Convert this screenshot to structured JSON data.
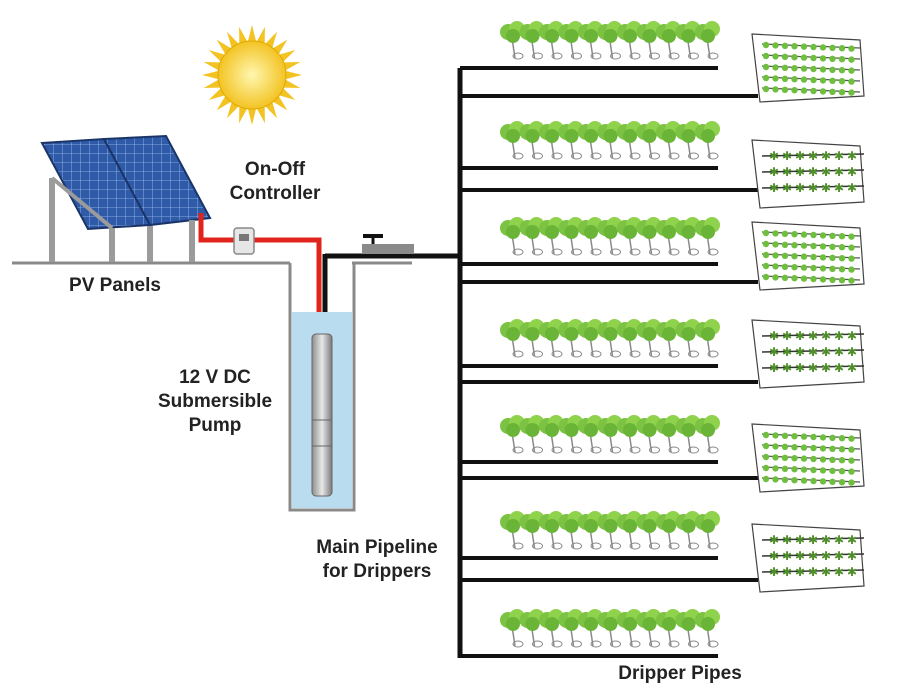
{
  "labels": {
    "controller": [
      "On-Off",
      "Controller"
    ],
    "pv_panels": "PV Panels",
    "pump": [
      "12 V DC",
      "Submersible",
      "Pump"
    ],
    "pipeline": [
      "Main Pipeline",
      "for Drippers"
    ],
    "dripper_pipes": "Dripper Pipes"
  },
  "colors": {
    "sun": "#f6d24a",
    "panel": "#2e5aa8",
    "wire": "#e0231b",
    "water": "#b9dcef",
    "pipe": "#111111",
    "plant": "#7cc243",
    "ground": "#8a8a8a"
  },
  "icons": [
    "sun-icon",
    "solar-panel-icon",
    "controller-icon",
    "pump-icon",
    "valve-icon",
    "plant-icon",
    "field-icon"
  ]
}
